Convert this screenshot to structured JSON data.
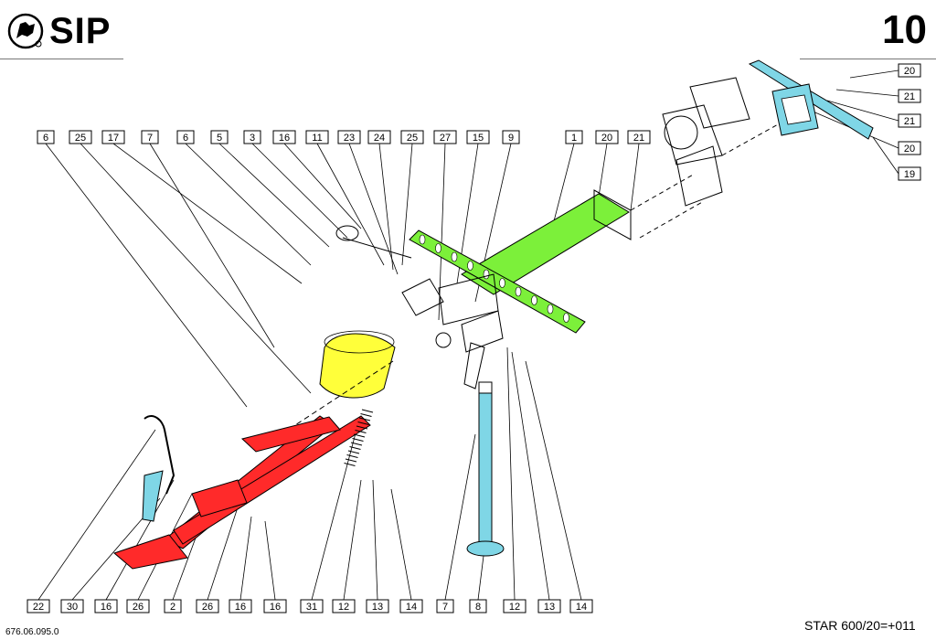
{
  "header": {
    "brand": "SIP",
    "page_number": "10"
  },
  "footer": {
    "doc_number": "676.06.095.0",
    "model": "STAR 600/20=+011"
  },
  "colors": {
    "frame_arm": "#ff2a2a",
    "main_beam": "#7cf03a",
    "stand": "#7fd6e6",
    "guard": "#ffff3a"
  },
  "callouts_top": [
    "6",
    "25",
    "17",
    "7",
    "6",
    "5",
    "3",
    "16",
    "11",
    "23",
    "24",
    "25",
    "27",
    "15",
    "9",
    "1",
    "20",
    "21"
  ],
  "callouts_right": [
    "20",
    "21",
    "21",
    "20",
    "19"
  ],
  "callouts_bottom": [
    "22",
    "30",
    "16",
    "26",
    "2",
    "26",
    "16",
    "16",
    "31",
    "12",
    "13",
    "14",
    "7",
    "8",
    "12",
    "13",
    "14"
  ]
}
